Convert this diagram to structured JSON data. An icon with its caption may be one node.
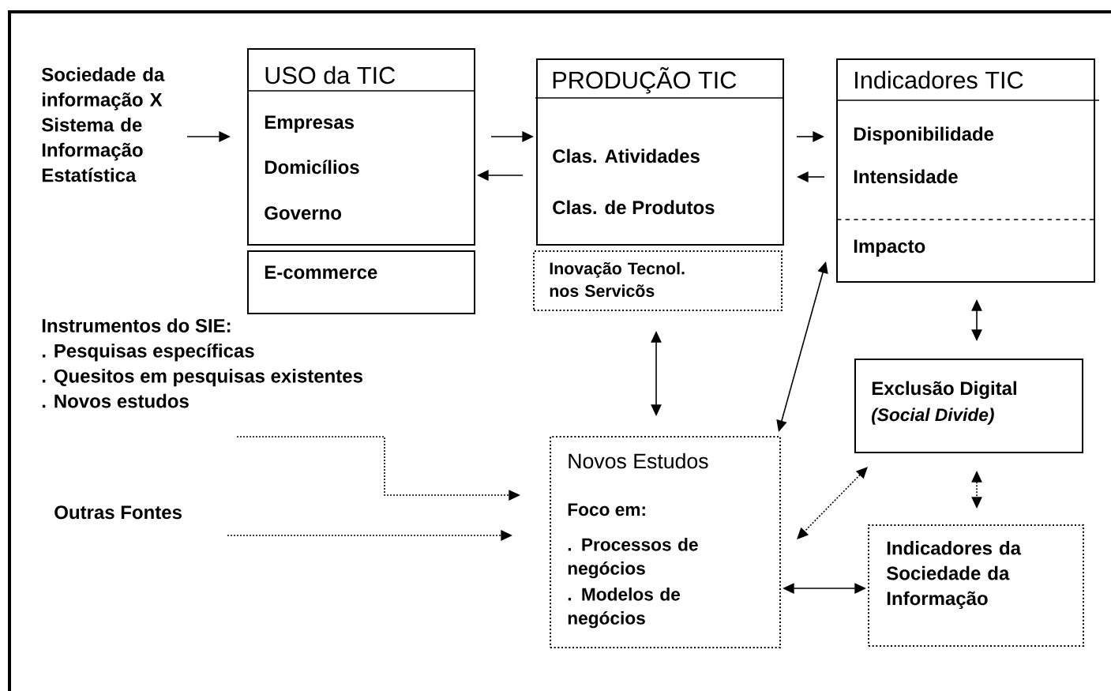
{
  "diagram": {
    "nodes": [
      {
        "text": [
          "Sociedade da informação X Sistema de Informação Estatística"
        ]
      },
      {
        "text": [
          "USO da TIC",
          "Empresas",
          "Domicílios",
          "Governo"
        ]
      },
      {
        "text": [
          "E-commerce"
        ]
      },
      {
        "text": [
          "PRODUÇÃO TIC",
          "Clas. Atividades",
          "Clas. de Produtos"
        ]
      },
      {
        "text": [
          "Inovação Tecnol. nos Servicõs"
        ]
      },
      {
        "text": [
          "Indicadores TIC",
          "Disponibilidade",
          "Intensidade",
          "Impacto"
        ]
      },
      {
        "text": [
          "Instrumentos do SIE:",
          ". Pesquisas específicas",
          ". Quesitos em pesquisas existentes",
          ". Novos estudos"
        ]
      },
      {
        "text": [
          "Outras Fontes"
        ]
      },
      {
        "text": [
          "Novos Estudos",
          "Foco em:",
          ". Processos de negócios",
          ". Modelos de negócios"
        ]
      },
      {
        "text": [
          "Exclusão Digital",
          "(Social Divide)"
        ]
      },
      {
        "text": [
          "Indicadores da Sociedade da Informação"
        ]
      }
    ],
    "edges": [
      {
        "from": 0,
        "to": 1,
        "arrow": "to"
      },
      {
        "from": 1,
        "to": 3,
        "arrow": "to"
      },
      {
        "from": 3,
        "to": 1,
        "arrow": "to"
      },
      {
        "from": 3,
        "to": 5,
        "arrow": "to"
      },
      {
        "from": 5,
        "to": 3,
        "arrow": "to"
      },
      {
        "from": 4,
        "to": 8,
        "arrow": "both"
      },
      {
        "from": 5,
        "to": 8,
        "arrow": "both"
      },
      {
        "from": 5,
        "to": 9,
        "arrow": "both"
      },
      {
        "from": 9,
        "to": 8,
        "arrow": "both",
        "style": "dashed"
      },
      {
        "from": 9,
        "to": 10,
        "arrow": "both",
        "style": "dashed"
      },
      {
        "from": 8,
        "to": 10,
        "arrow": "both"
      },
      {
        "from": 6,
        "to": 8,
        "arrow": "to",
        "style": "dashed"
      },
      {
        "from": 7,
        "to": 8,
        "arrow": "to",
        "style": "dashed"
      }
    ]
  }
}
